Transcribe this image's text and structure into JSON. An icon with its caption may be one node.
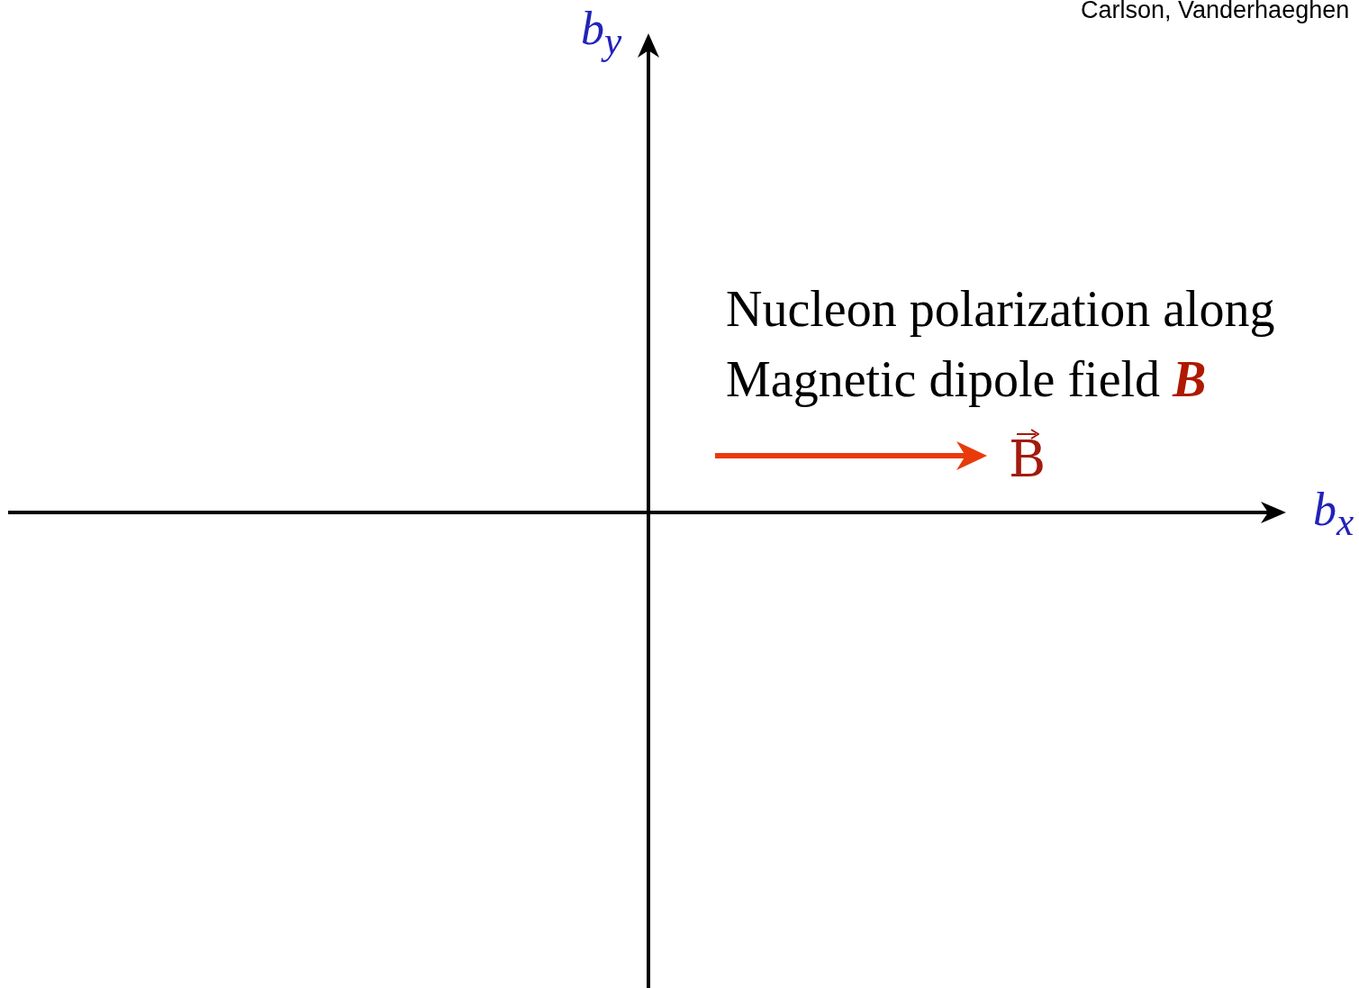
{
  "diagram": {
    "labels": [
      "Carlson, Vanderhaeghen",
      "b$_{y}$",
      "Nucleon polarization along Magnetic dipole field **B**",
      "B",
      "b$_{x}$"
    ]
  }
}
